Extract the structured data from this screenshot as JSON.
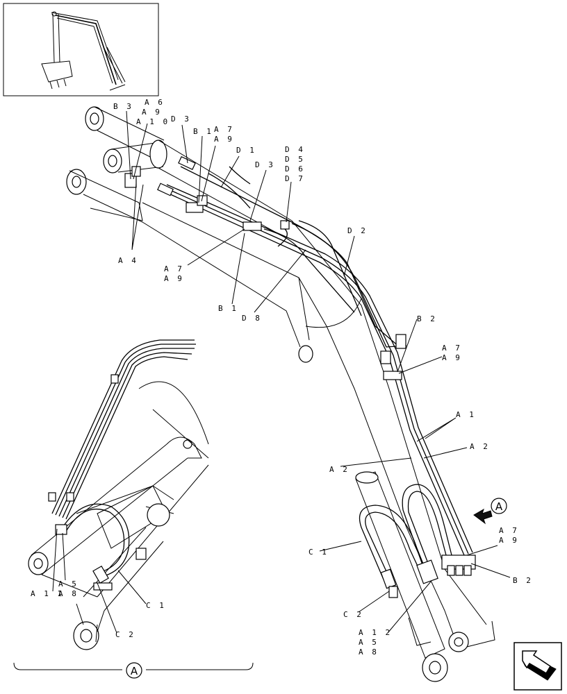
{
  "callouts": {
    "B3": "B 3",
    "A6": "A 6",
    "A9": "A 9",
    "A10": "A 1 0",
    "D3": "D 3",
    "B1": "B 1",
    "A7": "A 7",
    "D1": "D 1",
    "D4": "D 4",
    "D5": "D 5",
    "D6": "D 6",
    "D7": "D 7",
    "D2": "D 2",
    "A4": "A 4",
    "D8": "D 8",
    "B2": "B 2",
    "A1": "A 1",
    "A2": "A 2",
    "C1": "C 1",
    "C2": "C 2",
    "A12": "A 1 2",
    "A5": "A 5",
    "A8": "A 8",
    "A11": "A 1 1"
  },
  "view_marker": "A"
}
